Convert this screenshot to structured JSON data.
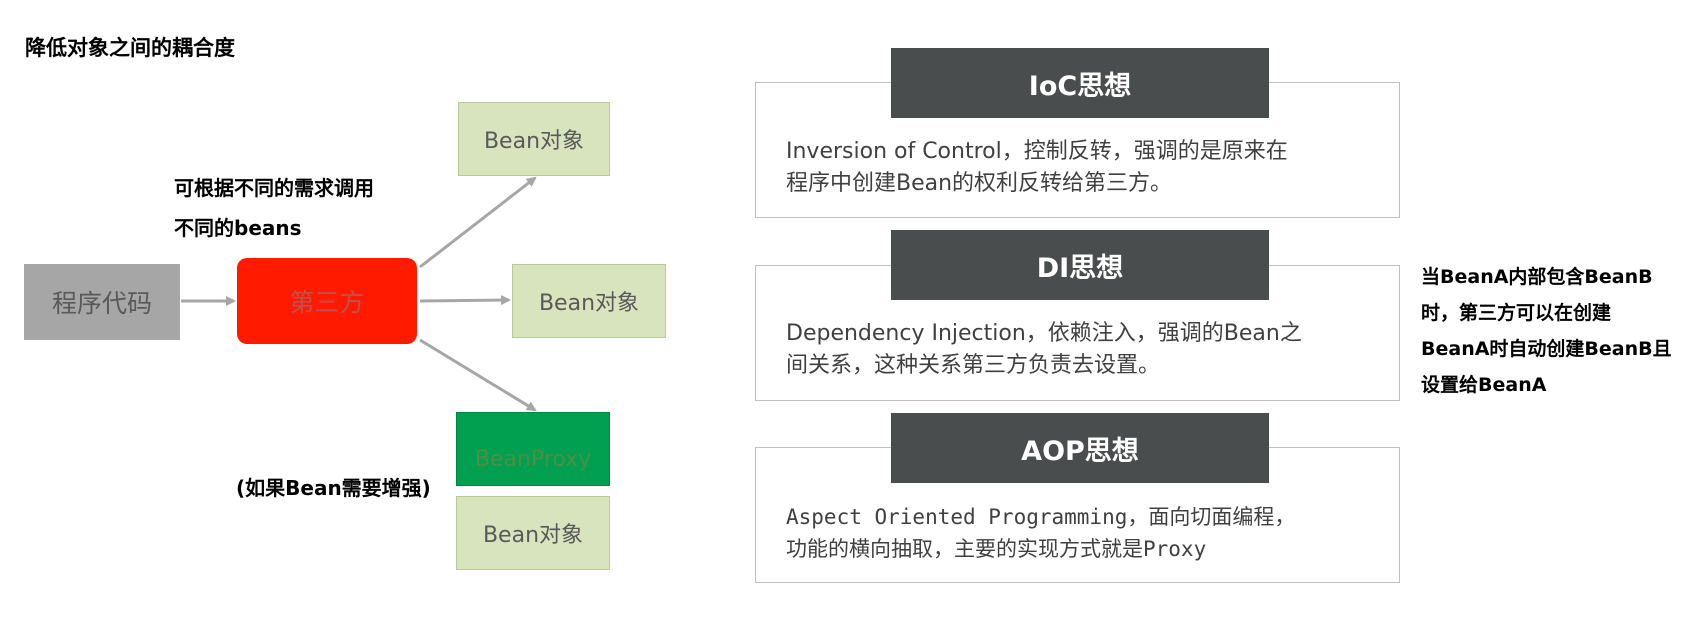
{
  "title": "降低对象之间的耦合度",
  "notes": {
    "select": [
      "可根据不同的需求调用",
      "不同的beans"
    ],
    "enhance": "(如果Bean需要增强)",
    "di": [
      "当BeanA内部包含BeanB",
      "时，第三方可以在创建",
      "BeanA时自动创建BeanB且",
      "设置给BeanA"
    ]
  },
  "boxes": {
    "program": "程序代码",
    "third_party": "第三方",
    "bean1": "Bean对象",
    "bean2": "Bean对象",
    "proxy": "BeanProxy",
    "bean3": "Bean对象"
  },
  "cards": {
    "ioc": {
      "title": "IoC思想",
      "lines": [
        "Inversion of Control，控制反转，强调的是原来在",
        "程序中创建Bean的权利反转给第三方。"
      ]
    },
    "di": {
      "title": "DI思想",
      "lines": [
        "Dependency Injection，依赖注入，强调的Bean之",
        "间关系，这种关系第三方负责去设置。"
      ]
    },
    "aop": {
      "title": "AOP思想",
      "lines": [
        "Aspect Oriented Programming，面向切面编程，",
        "功能的横向抽取，主要的实现方式就是Proxy"
      ]
    }
  },
  "colors": {
    "program_box": "#a6a6a6",
    "third_party_box": "#ff1a00",
    "bean_box": "#d7e4bd",
    "proxy_box": "#00a050",
    "card_title_bg": "#4a4d4e",
    "arrow": "#a6a6a6"
  }
}
